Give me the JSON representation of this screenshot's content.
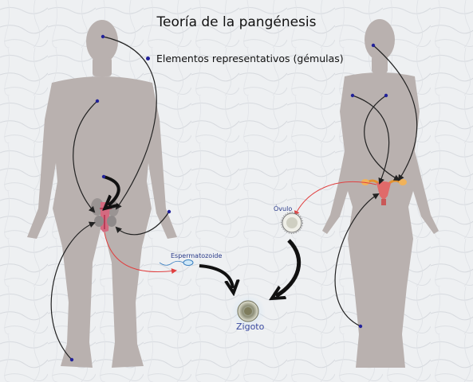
{
  "title": "Teoría de la pangénesis",
  "legend": {
    "label": "Elementos representativos (gémulas)",
    "color": "#22229a"
  },
  "labels": {
    "sperm": "Espermatozoide",
    "ovum": "Óvulo",
    "zygote": "Zigoto"
  },
  "colors": {
    "silhouette": "#b9b1af",
    "gemmule_dot": "#22229a",
    "gamete_path": "#e04040",
    "arrow": "#222222"
  }
}
